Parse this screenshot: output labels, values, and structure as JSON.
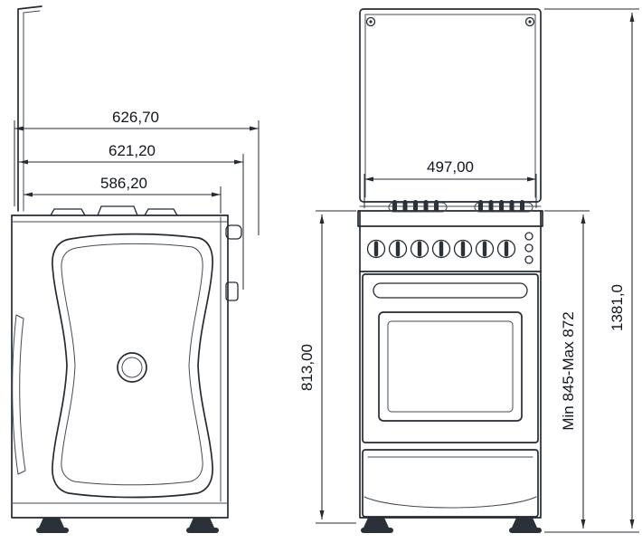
{
  "drawing": {
    "views": {
      "side": {
        "dims": {
          "overall_depth": "626,70",
          "depth_with_handle": "621,20",
          "body_depth": "586,20"
        }
      },
      "front": {
        "dims": {
          "width": "497,00",
          "body_height": "813,00",
          "adjustable_height": "Min 845-Max 872",
          "total_height": "1381,0"
        }
      }
    },
    "colors": {
      "line": "#262b33",
      "text": "#12161d",
      "dark_fill": "#2b3138",
      "background": "#ffffff"
    }
  }
}
